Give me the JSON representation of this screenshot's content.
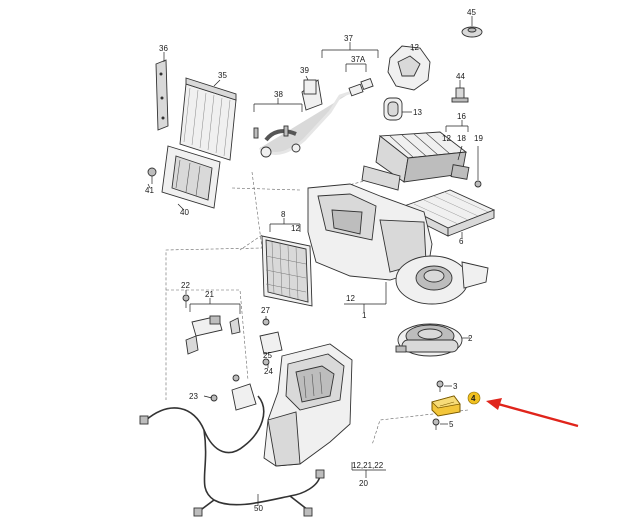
{
  "diagram": {
    "labels": {
      "l1": "1",
      "l2": "2",
      "l3": "3",
      "l4": "4",
      "l5": "5",
      "l6": "6",
      "l8": "8",
      "l12a": "12",
      "l12b": "12",
      "l12c": "12",
      "l12d": "12",
      "l13": "13",
      "l16": "16",
      "l18": "18",
      "l19": "19",
      "l20": "20",
      "l21": "21",
      "l22": "22",
      "l23": "23",
      "l24": "24",
      "l25": "25",
      "l27": "27",
      "l35": "35",
      "l36": "36",
      "l37": "37",
      "l37a": "37A",
      "l38": "38",
      "l39": "39",
      "l40": "40",
      "l41": "41",
      "l44": "44",
      "l45": "45",
      "l50": "50",
      "l122122": "12,21,22"
    },
    "highlight_color": "#f0c020",
    "arrow_color": "#e0241b"
  }
}
